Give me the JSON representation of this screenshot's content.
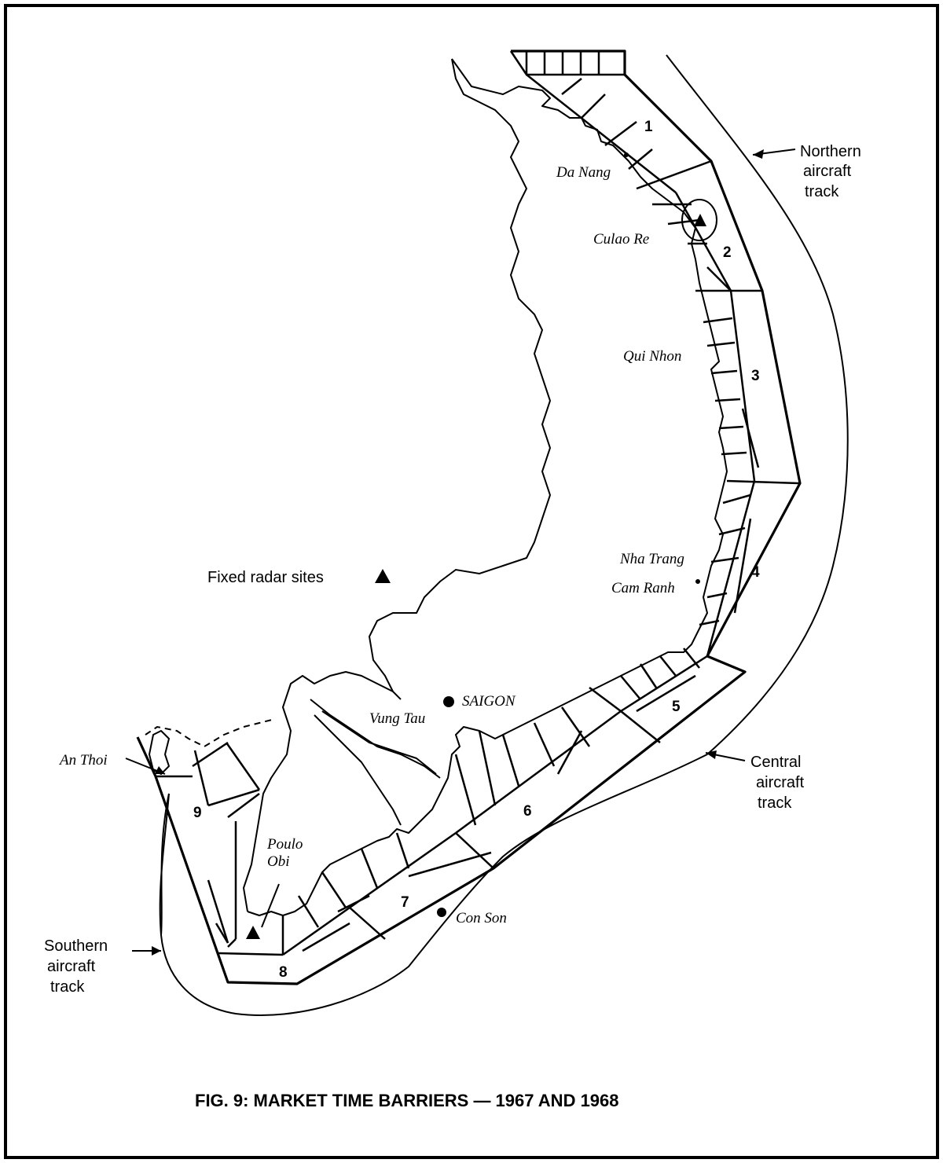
{
  "figure": {
    "title": "FIG. 9:  MARKET TIME BARRIERS — 1967 AND 1968"
  },
  "legend": {
    "fixed_radar_label": "Fixed radar sites"
  },
  "places": {
    "da_nang": "Da Nang",
    "culao_re": "Culao Re",
    "qui_nhon": "Qui Nhon",
    "nha_trang": "Nha Trang",
    "cam_ranh": "Cam Ranh",
    "saigon": "SAIGON",
    "vung_tau": "Vung Tau",
    "an_thoi": "An Thoi",
    "poulo": "Poulo",
    "obi": "Obi",
    "con_son": "Con Son"
  },
  "tracks": {
    "northern": [
      "Northern",
      "aircraft",
      "track"
    ],
    "central": [
      "Central",
      "aircraft",
      "track"
    ],
    "southern": [
      "Southern",
      "aircraft",
      "track"
    ]
  },
  "barriers": [
    "1",
    "2",
    "3",
    "4",
    "5",
    "6",
    "7",
    "8",
    "9"
  ]
}
